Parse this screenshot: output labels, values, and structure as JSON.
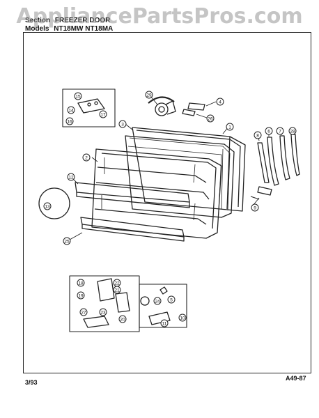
{
  "watermark": "AppliancePartsPros.com",
  "header": {
    "section_label": "Section",
    "section_value": "FREEZER DOOR",
    "models_label": "Models",
    "models_value": "NT18MW NT18MA"
  },
  "footer": {
    "date": "3/93",
    "code": "A49-87"
  },
  "callouts": [
    "1",
    "2",
    "3",
    "4",
    "5",
    "6",
    "7",
    "8",
    "9",
    "10",
    "11",
    "12",
    "13",
    "14",
    "15",
    "16",
    "17",
    "18",
    "19",
    "20",
    "21",
    "22",
    "23",
    "24",
    "25",
    "26",
    "27",
    "28",
    "29"
  ],
  "colors": {
    "line": "#222222",
    "watermark": "#969696"
  }
}
